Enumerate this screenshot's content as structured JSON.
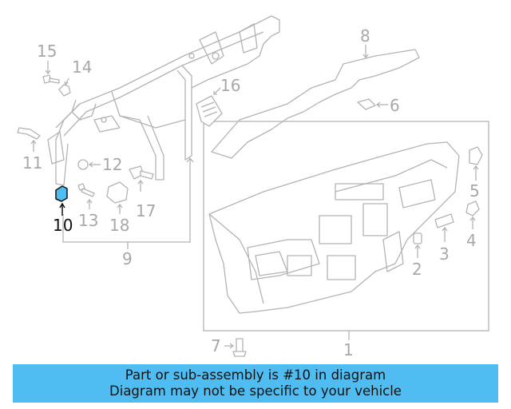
{
  "diagram": {
    "highlight_color": "#4fbdf1",
    "part_color": "#b3b3b3",
    "labels": {
      "p1": "1",
      "p2": "2",
      "p3": "3",
      "p4": "4",
      "p5": "5",
      "p6": "6",
      "p7": "7",
      "p8": "8",
      "p9": "9",
      "p10": "10",
      "p11": "11",
      "p12": "12",
      "p13": "13",
      "p14": "14",
      "p15": "15",
      "p16": "16",
      "p17": "17",
      "p18": "18"
    },
    "highlighted_part": "10"
  },
  "banner": {
    "line1": "Part or sub-assembly is #10 in diagram",
    "line2": "Diagram may not be specific to your vehicle",
    "background": "#4fbdf1"
  }
}
